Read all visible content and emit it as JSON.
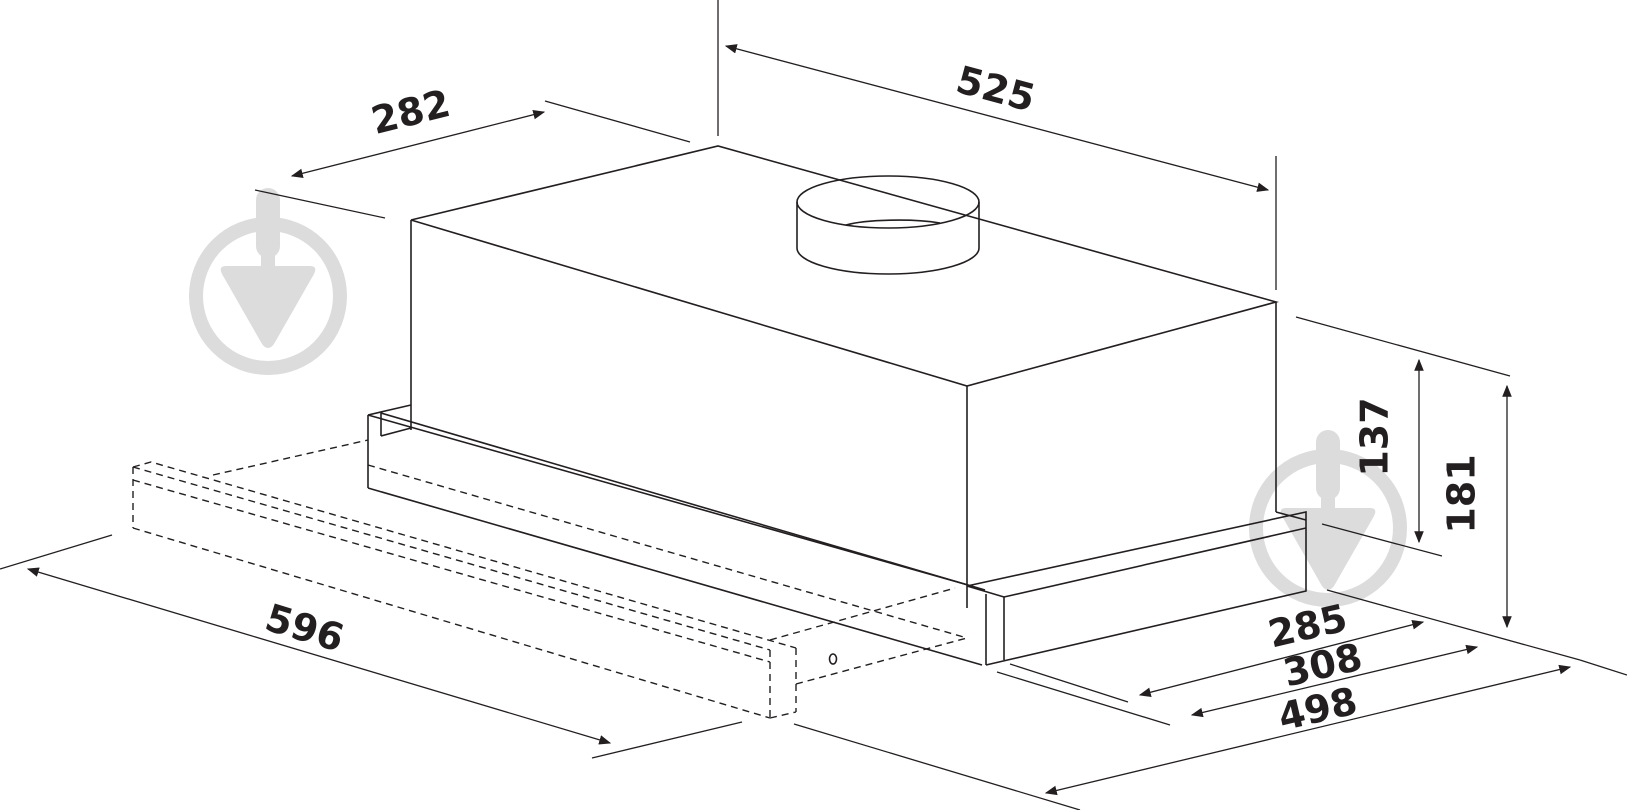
{
  "drawing": {
    "subject": "Telescopic cooker hood dimension drawing",
    "units": "mm",
    "line_color": "#231f20",
    "watermark_color": "#dcdcdc"
  },
  "dimensions": {
    "top_width": "525",
    "top_depth": "282",
    "body_height": "137",
    "total_height": "181",
    "depth_285": "285",
    "depth_308": "308",
    "depth_498": "498",
    "front_width": "596"
  },
  "icons": {
    "watermark_left": "trowel-logo-watermark",
    "watermark_right": "trowel-logo-watermark"
  }
}
